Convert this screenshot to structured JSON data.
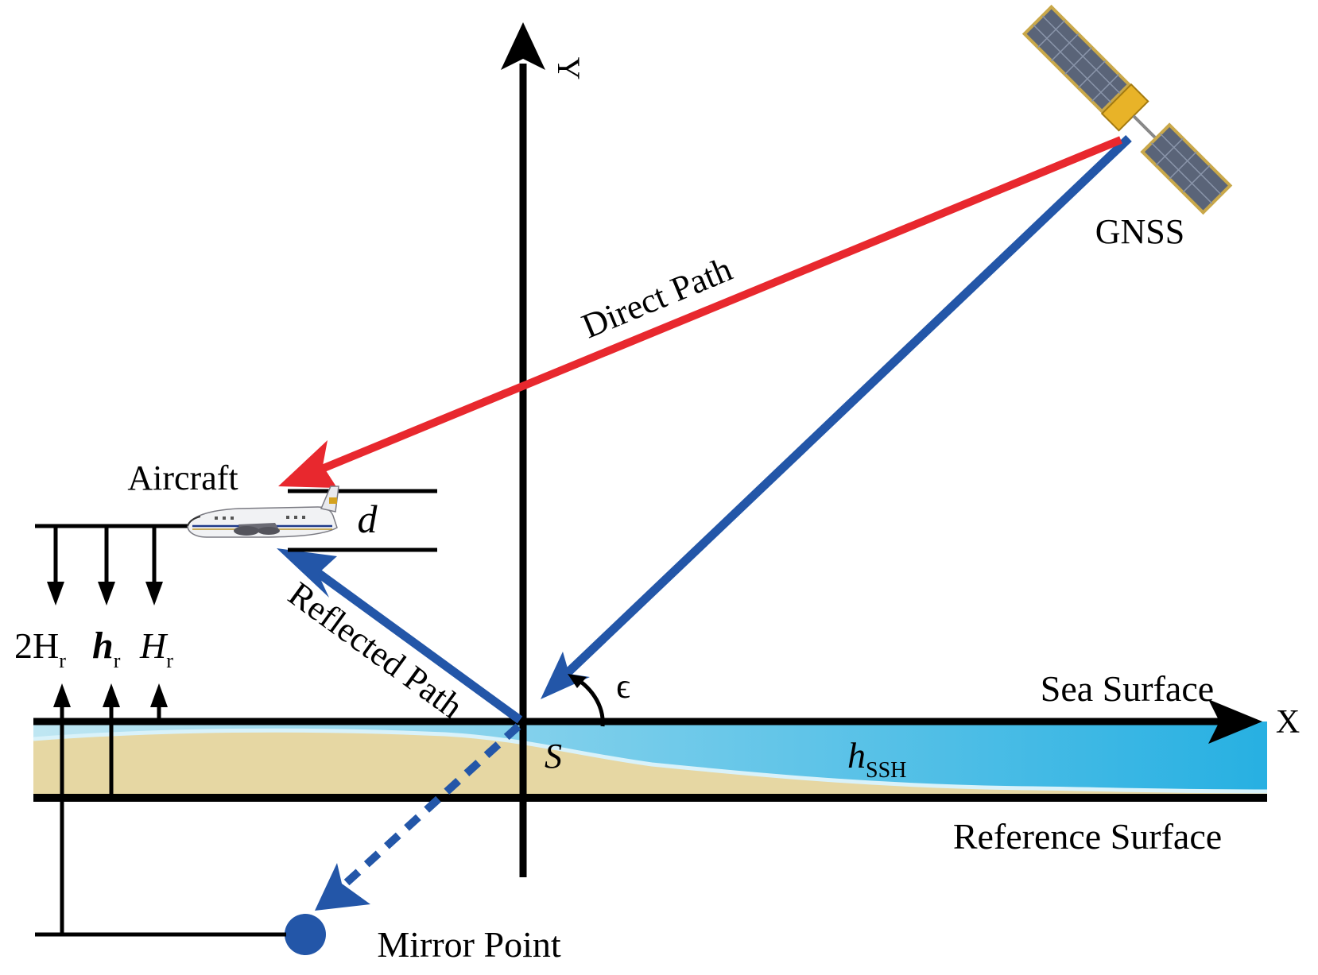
{
  "labels": {
    "y_axis": "Y",
    "x_axis": "X",
    "gnss": "GNSS",
    "direct_path": "Direct Path",
    "reflected_path": "Reflected Path",
    "aircraft": "Aircraft",
    "d": "d",
    "two_h_r_main": "2H",
    "h_r_main": "h",
    "H_r_main": "H",
    "subscript_r": "r",
    "epsilon": "ϵ",
    "sea_surface": "Sea Surface",
    "S": "S",
    "h_ssh_main": "h",
    "h_ssh_sub": "SSH",
    "reference_surface": "Reference Surface",
    "mirror_point": "Mirror Point"
  },
  "colors": {
    "direct": "#e8282e",
    "reflected": "#2356a8",
    "sand": "#e6d7a3",
    "water_light": "#bfe6f2",
    "water_deep": "#1aa6dc",
    "axis": "#000000"
  }
}
